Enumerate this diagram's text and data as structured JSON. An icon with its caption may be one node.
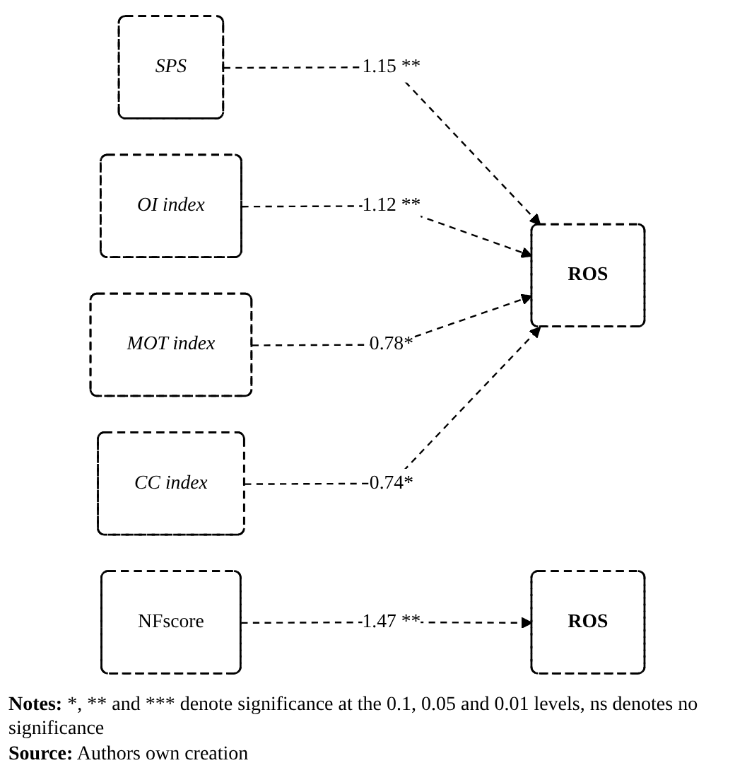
{
  "diagram": {
    "nodes": [
      {
        "text": [
          "SPS"
        ]
      },
      {
        "text": [
          "OI index"
        ]
      },
      {
        "text": [
          "MOT index"
        ]
      },
      {
        "text": [
          "CC index"
        ]
      },
      {
        "text": [
          "ROS"
        ]
      },
      {
        "text": [
          "NFscore"
        ]
      },
      {
        "text": [
          "ROS"
        ]
      }
    ],
    "edges": [
      {
        "from": 0,
        "to": 4,
        "arrow": "to",
        "label": "1.15 **",
        "style": "dashed"
      },
      {
        "from": 1,
        "to": 4,
        "arrow": "to",
        "label": "1.12 **",
        "style": "dashed"
      },
      {
        "from": 2,
        "to": 4,
        "arrow": "to",
        "label": "0.78*",
        "style": "dashed"
      },
      {
        "from": 3,
        "to": 4,
        "arrow": "to",
        "label": "0.74*",
        "style": "dashed"
      },
      {
        "from": 5,
        "to": 6,
        "arrow": "to",
        "label": "1.47 **",
        "style": "dashed"
      }
    ],
    "labels": [
      "Notes:",
      "*, ** and *** denote significance at the 0.1, 0.05 and 0.01 levels, ns denotes no significance",
      "Source:",
      "Authors own creation"
    ]
  }
}
